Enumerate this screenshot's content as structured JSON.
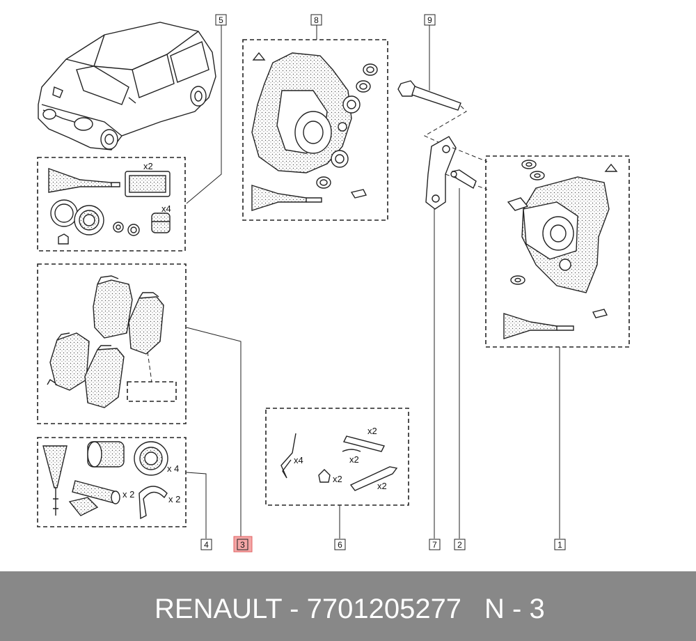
{
  "footer": {
    "brand": "RENAULT",
    "separator": "-",
    "part_number": "7701205277",
    "ref_letter": "N",
    "ref_number": "3"
  },
  "callouts": [
    {
      "number": "1",
      "highlighted": false
    },
    {
      "number": "2",
      "highlighted": false
    },
    {
      "number": "3",
      "highlighted": true
    },
    {
      "number": "4",
      "highlighted": false
    },
    {
      "number": "5",
      "highlighted": false
    },
    {
      "number": "6",
      "highlighted": false
    },
    {
      "number": "7",
      "highlighted": false
    },
    {
      "number": "8",
      "highlighted": false
    },
    {
      "number": "9",
      "highlighted": false
    }
  ],
  "quantity_labels": {
    "kit5_boot": "x2",
    "kit5_pins": "x4",
    "kit4_right": "x 4",
    "kit4_bush": "x 2",
    "kit4_clip": "x 2",
    "kit6_spring": "x4",
    "kit6_plate": "x2",
    "kit6_wire": "x2",
    "kit6_nut": "x2",
    "kit6_clip": "x2"
  },
  "colors": {
    "footer_bg": "#888888",
    "footer_text": "#ffffff",
    "highlight_fill": "#f4a6a6",
    "highlight_stroke": "#e06060"
  }
}
